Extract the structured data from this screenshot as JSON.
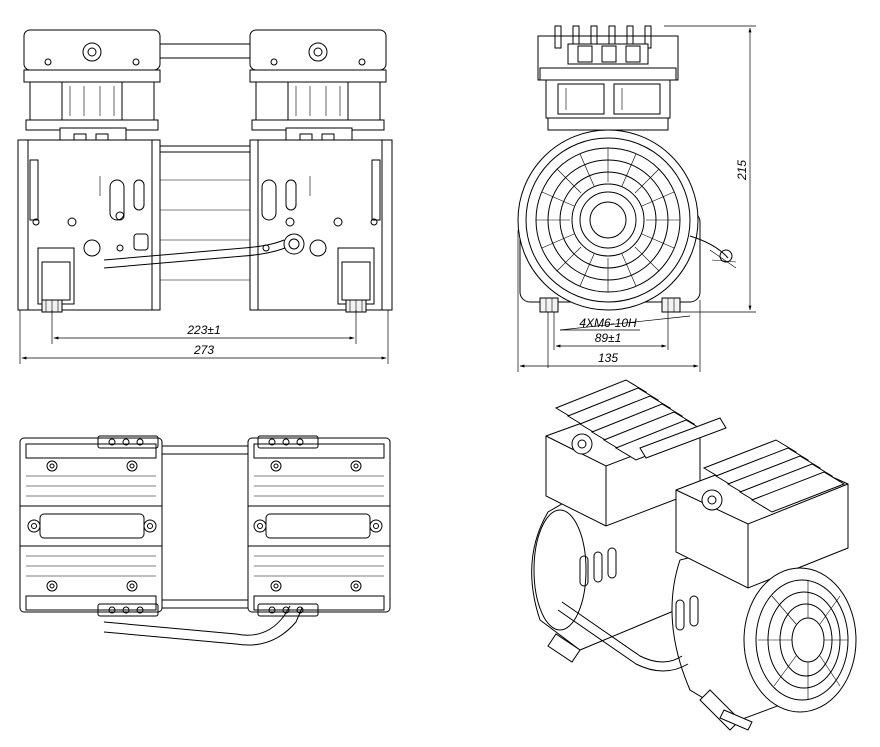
{
  "dimensions": {
    "front_inner_width": "223±1",
    "front_overall_width": "273",
    "side_height": "215",
    "side_thread": "4XM6-10H",
    "side_mount_spacing": "89±1",
    "side_overall_width": "135"
  },
  "views": [
    "front-view",
    "side-view",
    "top-view",
    "isometric-view"
  ]
}
